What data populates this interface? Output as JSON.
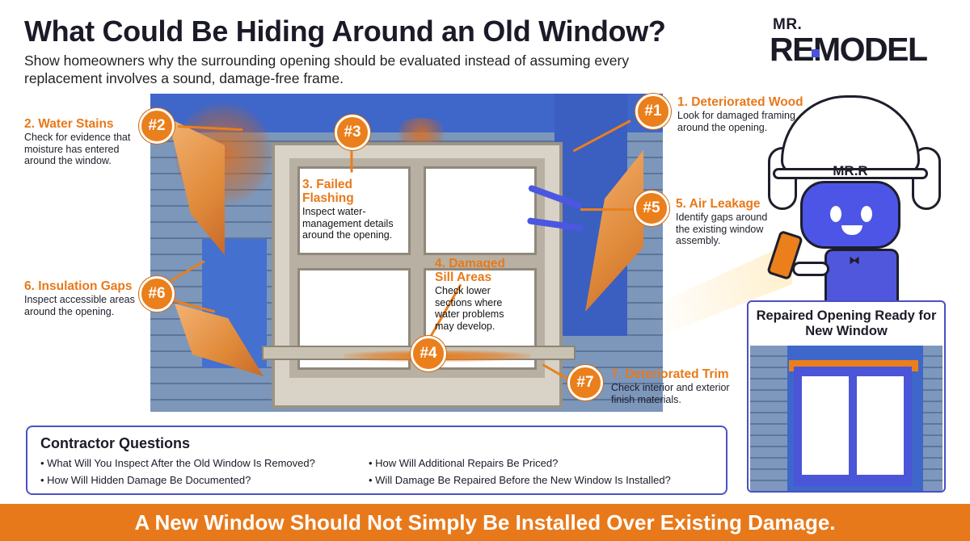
{
  "header": {
    "title": "What Could Be Hiding Around an Old Window?",
    "subtitle": "Show homeowners why the surrounding opening should be evaluated instead of assuming every replacement involves a sound, damage-free frame."
  },
  "logo": {
    "top_text": "MR.",
    "brand_text": "REMODEL"
  },
  "mascot": {
    "helmet_label": "MR.R"
  },
  "callouts": [
    {
      "badge": "#1",
      "title": "1. Deteriorated Wood",
      "desc": "Look for damaged framing around the opening."
    },
    {
      "badge": "#2",
      "title": "2. Water Stains",
      "desc": "Check for evidence that moisture has entered around the window."
    },
    {
      "badge": "#3",
      "title": "3. Failed Flashing",
      "desc": "Inspect water-management details around the opening."
    },
    {
      "badge": "#4",
      "title": "4. Damaged Sill Areas",
      "desc": "Check lower sections where water problems may develop."
    },
    {
      "badge": "#5",
      "title": "5. Air Leakage",
      "desc": "Identify gaps around the existing window assembly."
    },
    {
      "badge": "#6",
      "title": "6. Insulation Gaps",
      "desc": "Inspect accessible areas around the opening."
    },
    {
      "badge": "#7",
      "title": "7. Deteriorated Trim",
      "desc": "Check interior and exterior finish materials."
    }
  ],
  "repaired_panel": {
    "title": "Repaired Opening Ready for New Window"
  },
  "questions": {
    "heading": "Contractor Questions",
    "items": [
      "• What Will You Inspect After the Old Window Is Removed?",
      "• How Will Hidden Damage Be Documented?",
      "• How Will Additional Repairs Be Priced?",
      "• Will Damage Be Repaired Before the New Window Is Installed?"
    ]
  },
  "banner": {
    "text": "A New Window Should Not Simply Be Installed Over Existing Damage."
  },
  "colors": {
    "accent_orange": "#e8791a",
    "accent_blue": "#4b52c8",
    "dark": "#1b1b28"
  }
}
